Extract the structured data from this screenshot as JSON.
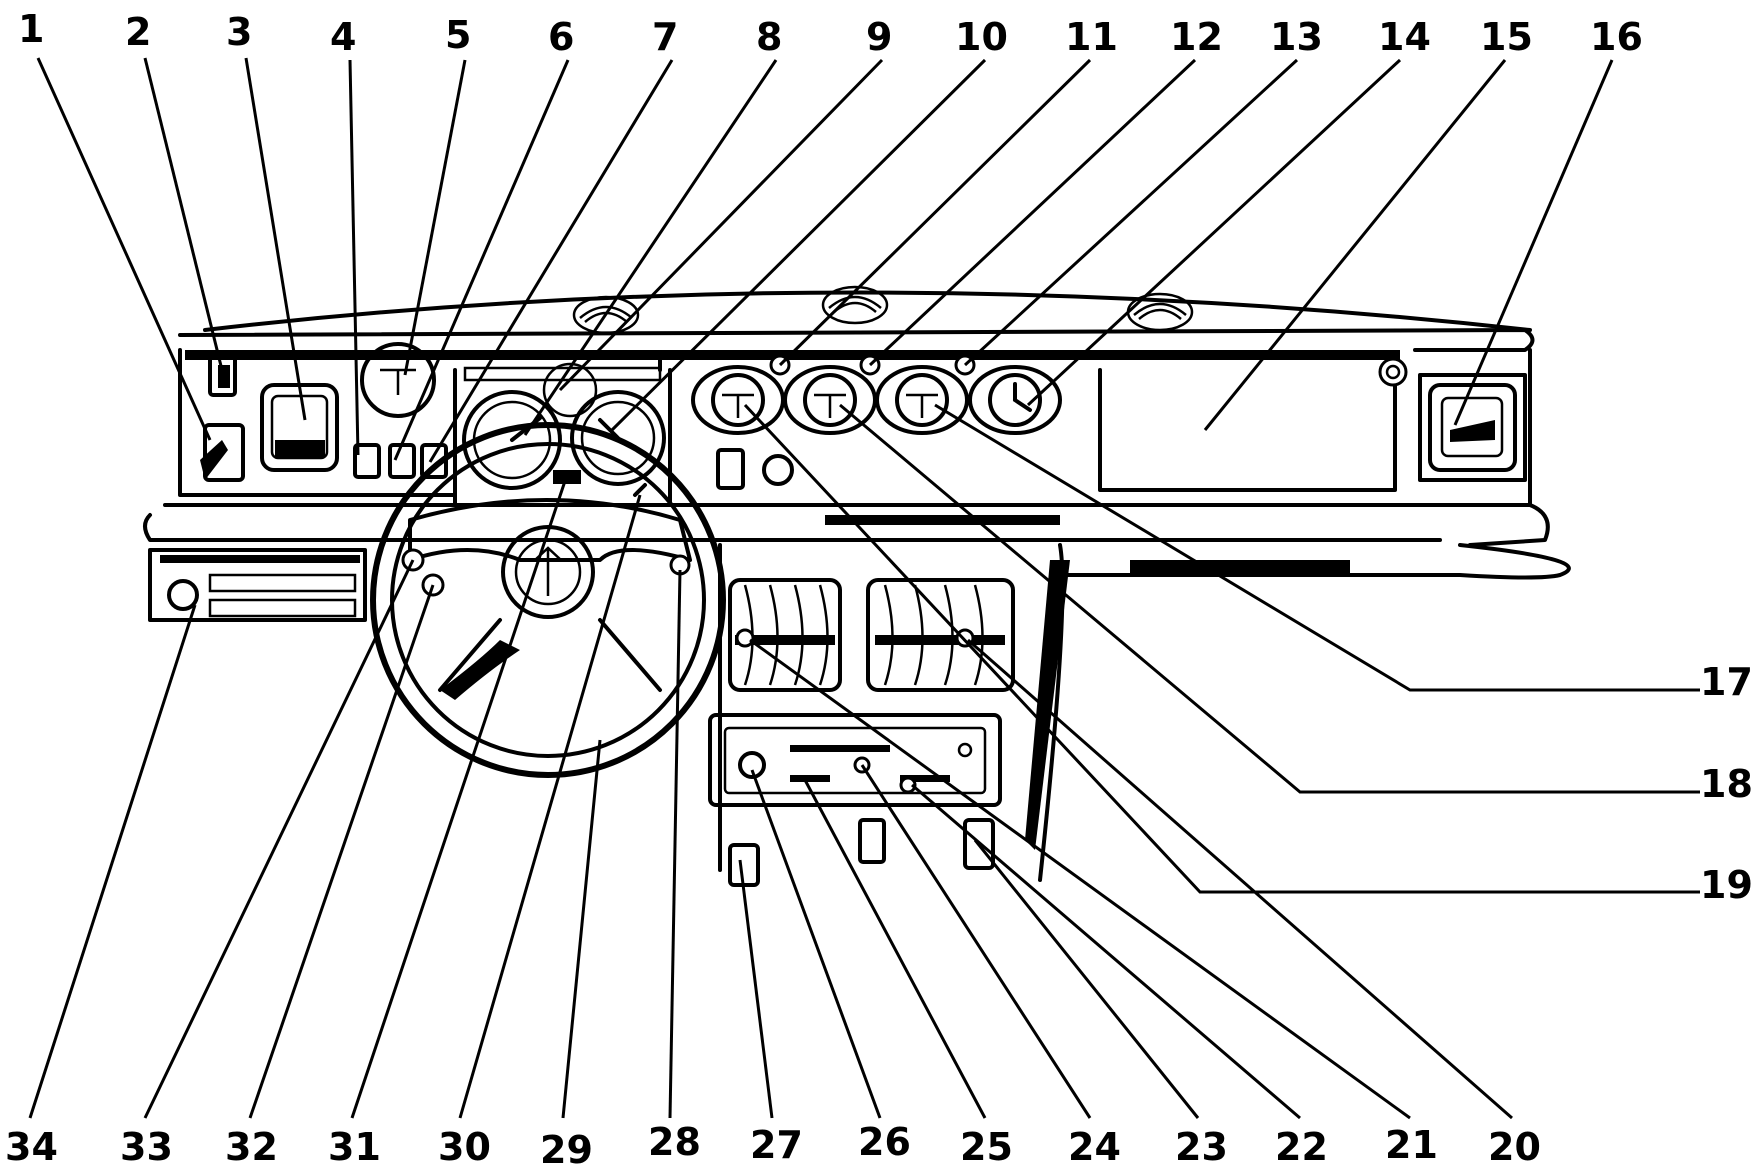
{
  "callouts": [
    "1",
    "2",
    "3",
    "4",
    "5",
    "6",
    "7",
    "8",
    "9",
    "10",
    "11",
    "12",
    "13",
    "14",
    "15",
    "16",
    "17",
    "18",
    "19",
    "20",
    "21",
    "22",
    "23",
    "24",
    "25",
    "26",
    "27",
    "28",
    "29",
    "30",
    "31",
    "32",
    "33",
    "34"
  ]
}
